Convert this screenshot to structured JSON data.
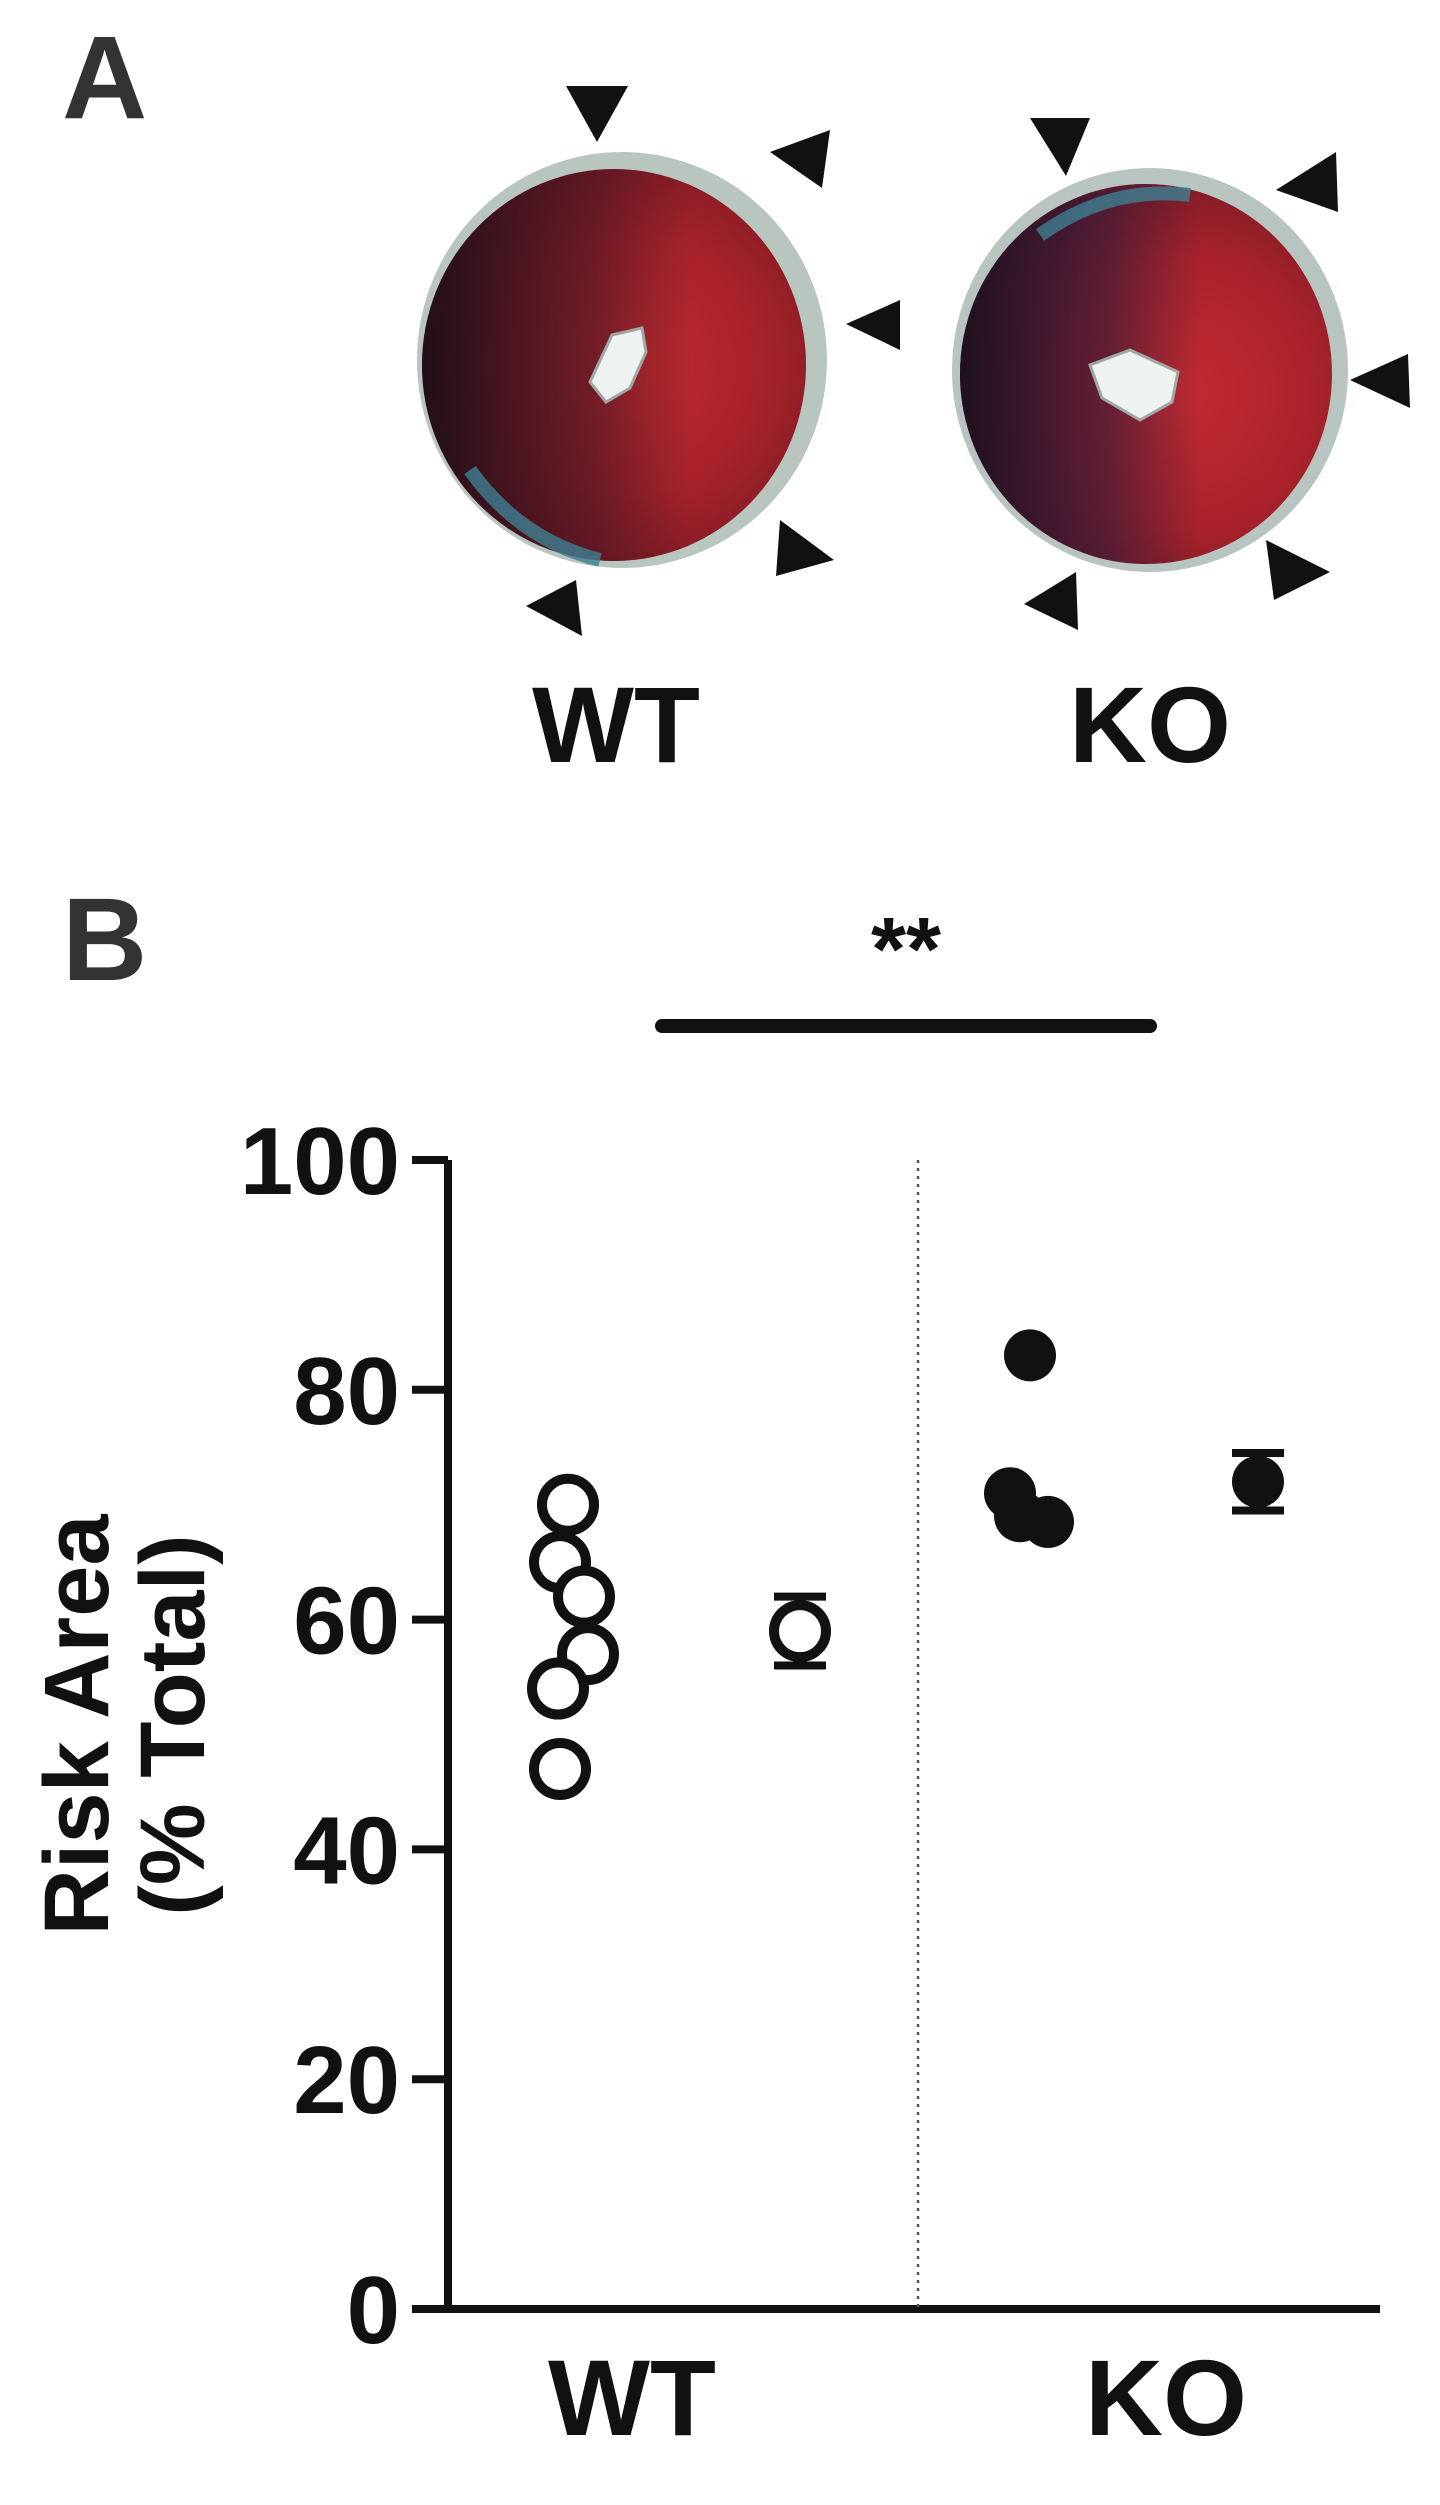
{
  "panels": {
    "a": {
      "letter": "A",
      "labels": [
        "WT",
        "KO"
      ]
    },
    "b": {
      "letter": "B"
    }
  },
  "colors": {
    "ink": "#111111",
    "panel_letter": "#333333",
    "tissue_red": "#b2242a",
    "tissue_dark": "#2a1420",
    "tissue_blue": "#3a6f86",
    "tissue_pale": "#b8c4bf"
  },
  "chart_data": {
    "type": "scatter",
    "categories": [
      "WT",
      "KO"
    ],
    "ylabel": [
      "Risk Area",
      "(% Total)"
    ],
    "ylim": [
      0,
      100
    ],
    "yticks": [
      0,
      20,
      40,
      60,
      80,
      100
    ],
    "significance": "**",
    "series": [
      {
        "group": "WT",
        "marker": "open-circle",
        "values": [
          70,
          65,
          62,
          57,
          54,
          47
        ]
      },
      {
        "group": "KO",
        "marker": "filled-circle",
        "values": [
          83,
          71,
          69,
          68.5
        ]
      }
    ],
    "summary": [
      {
        "group": "WT",
        "marker": "open-circle",
        "mean": 59,
        "error": 3
      },
      {
        "group": "KO",
        "marker": "filled-circle",
        "mean": 72,
        "error": 2.5
      }
    ]
  }
}
